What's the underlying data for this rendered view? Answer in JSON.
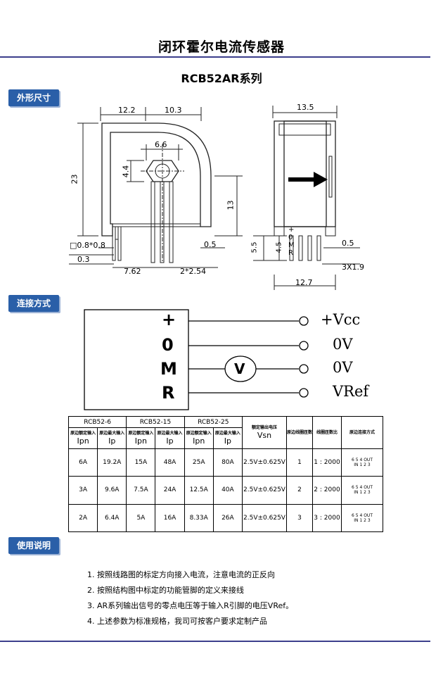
{
  "header": {
    "title": "闭环霍尔电流传感器",
    "subtitle": "RCB52AR系列"
  },
  "sections": {
    "dimensions": "外形尺寸",
    "connection": "连接方式",
    "usage": "使用说明"
  },
  "front_view": {
    "dim_top_left": "12.2",
    "dim_top_right": "10.3",
    "dim_inner": "6.6",
    "dim_height": "23",
    "dim_hole": "4.4",
    "dim_pin_height": "13",
    "dim_pin_section": "□0.8*0.8",
    "dim_03": "0.3",
    "dim_05": "0.5",
    "dim_762": "7.62",
    "dim_254": "2*2.54"
  },
  "side_view": {
    "dim_width": "13.5",
    "marking": "+ 0 M R",
    "dim_55": "5.5",
    "dim_45": "4.5",
    "dim_05": "0.5",
    "dim_3x19": "3X1.9",
    "dim_127": "12.7"
  },
  "connection": {
    "pins": [
      "+",
      "0",
      "M",
      "R"
    ],
    "meter": "V",
    "outputs": [
      "+Vcc",
      "0V",
      "0V",
      "VRef"
    ]
  },
  "table": {
    "groups": [
      "RCB52-6",
      "RCB52-15",
      "RCB52-25"
    ],
    "sub_ipn": "原边额定输入",
    "sub_ip": "原边最大输入",
    "ipn": "Ipn",
    "ip": "Ip",
    "vsn_label": "额定输出电压",
    "vsn": "Vsn",
    "turns": "原边线圈匝数",
    "ratio": "线圈匝数比",
    "wiring": "原边连接方式",
    "pin_labels": {
      "top": "6  5  4",
      "bottom": "1  2  3",
      "in": "IN",
      "out": "OUT"
    },
    "rows": [
      {
        "c1": "6A",
        "c2": "19.2A",
        "c3": "15A",
        "c4": "48A",
        "c5": "25A",
        "c6": "80A",
        "vsn": "2.5V±0.625V",
        "turns": "1",
        "ratio": "1 : 2000"
      },
      {
        "c1": "3A",
        "c2": "9.6A",
        "c3": "7.5A",
        "c4": "24A",
        "c5": "12.5A",
        "c6": "40A",
        "vsn": "2.5V±0.625V",
        "turns": "2",
        "ratio": "2 : 2000"
      },
      {
        "c1": "2A",
        "c2": "6.4A",
        "c3": "5A",
        "c4": "16A",
        "c5": "8.33A",
        "c6": "26A",
        "vsn": "2.5V±0.625V",
        "turns": "3",
        "ratio": "3 : 2000"
      }
    ]
  },
  "notes": [
    "1.  按照线路图的标定方向接入电流，注意电流的正反向",
    "2.  按照结构图中标定的功能管脚的定义来接线",
    "3.  AR系列输出信号的零点电压等于输入R引脚的电压VRef。",
    "4.  上述参数为标准规格，我司可按客户要求定制产品"
  ],
  "colors": {
    "accent": "#2a5fa8",
    "rule": "#3c3f8c"
  }
}
